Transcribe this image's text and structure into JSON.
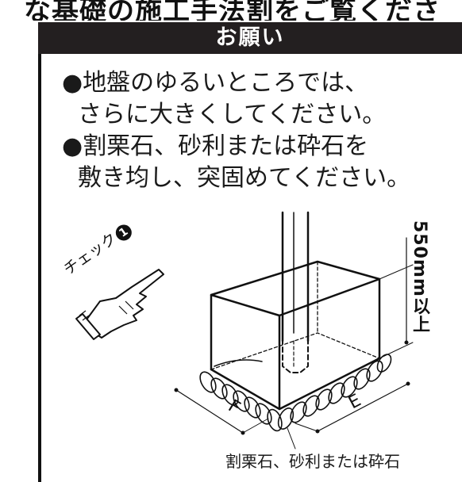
{
  "top_heading": "な基礎の施工手法割をご覧くださ",
  "notice": {
    "title": "お願い",
    "items": [
      {
        "line1": "●地盤のゆるいところでは、",
        "line2": "さらに大きくしてください。"
      },
      {
        "line1": "●割栗石、砂利または砕石を",
        "line2": "敷き均し、突固めてください。"
      }
    ]
  },
  "diagram": {
    "check_label": "チェック",
    "check_badge": "1",
    "height_label": "550mm以上",
    "dimension_f": "F",
    "dimension_e": "E",
    "caption": "割栗石、砂利または砕石"
  }
}
